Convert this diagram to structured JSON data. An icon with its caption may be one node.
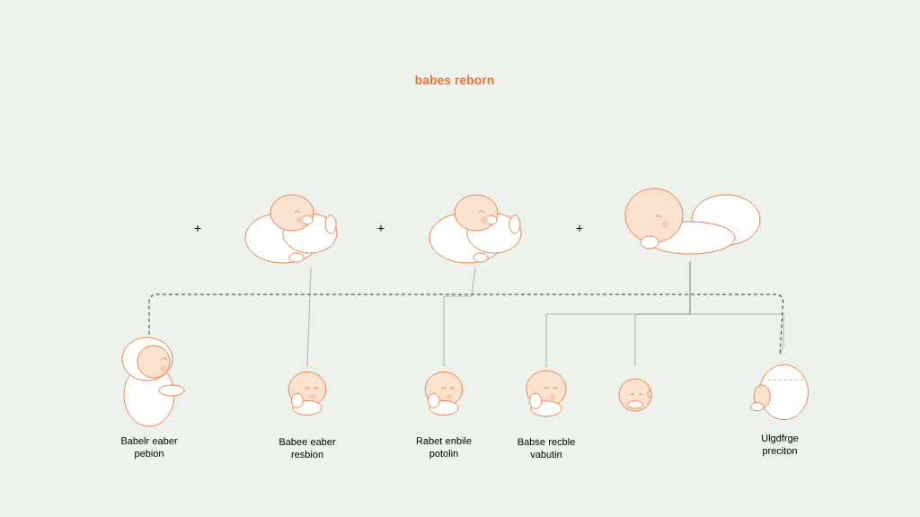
{
  "diagram": {
    "title": "babes reborn",
    "nodes": [
      {
        "text": [],
        "shape": "picture"
      },
      {
        "text": [],
        "shape": "picture"
      },
      {
        "text": [],
        "shape": "picture"
      },
      {
        "text": [
          "Babelr eaber pebion"
        ]
      },
      {
        "text": [
          "Babee eaber resbion"
        ]
      },
      {
        "text": [
          "Rabet enbile potolin"
        ]
      },
      {
        "text": [
          "Babse recble vabutin"
        ]
      },
      {
        "text": [],
        "shape": "picture"
      },
      {
        "text": [
          "Ulgdfrge preciton"
        ]
      }
    ],
    "edges": [
      {
        "from": 0,
        "to": 4,
        "arrow": "none"
      },
      {
        "from": 1,
        "to": 5,
        "arrow": "none"
      },
      {
        "from": 2,
        "to": 6,
        "arrow": "none"
      },
      {
        "from": 2,
        "to": 7,
        "arrow": "none"
      },
      {
        "from": 2,
        "to": 8,
        "arrow": "none"
      },
      {
        "from": 3,
        "to": 8,
        "arrow": "none",
        "style": "dashed",
        "color": "#333333"
      }
    ],
    "labels": [
      "+",
      "+",
      "+"
    ]
  }
}
